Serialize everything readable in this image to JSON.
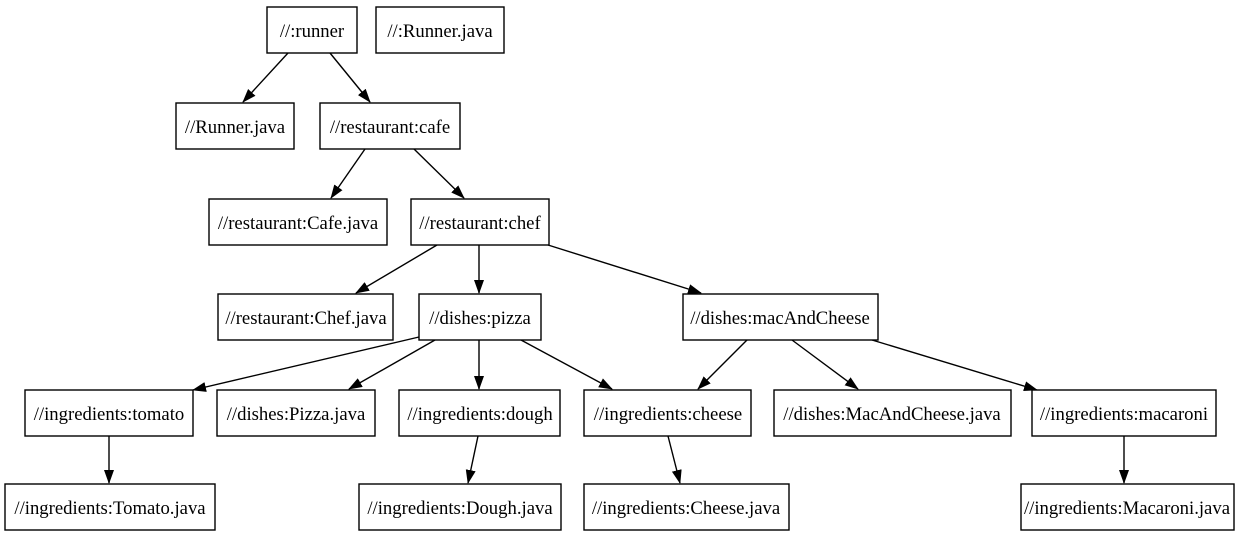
{
  "diagram": {
    "type": "dependency-graph",
    "style": "graphviz-digraph",
    "background_color": "#ffffff",
    "node_fill_color": "#ffffff",
    "node_border_color": "#000000",
    "edge_color": "#000000",
    "text_color": "#000000",
    "nodes": {
      "runner": {
        "label": "//:runner"
      },
      "runner_java_src": {
        "label": "//:Runner.java"
      },
      "runner_java": {
        "label": "//Runner.java"
      },
      "cafe": {
        "label": "//restaurant:cafe"
      },
      "cafe_java": {
        "label": "//restaurant:Cafe.java"
      },
      "chef": {
        "label": "//restaurant:chef"
      },
      "chef_java": {
        "label": "//restaurant:Chef.java"
      },
      "pizza": {
        "label": "//dishes:pizza"
      },
      "macAndCheese": {
        "label": "//dishes:macAndCheese"
      },
      "tomato": {
        "label": "//ingredients:tomato"
      },
      "pizza_java": {
        "label": "//dishes:Pizza.java"
      },
      "dough": {
        "label": "//ingredients:dough"
      },
      "cheese": {
        "label": "//ingredients:cheese"
      },
      "macAndCheese_java": {
        "label": "//dishes:MacAndCheese.java"
      },
      "macaroni": {
        "label": "//ingredients:macaroni"
      },
      "tomato_java": {
        "label": "//ingredients:Tomato.java"
      },
      "dough_java": {
        "label": "//ingredients:Dough.java"
      },
      "cheese_java": {
        "label": "//ingredients:Cheese.java"
      },
      "macaroni_java": {
        "label": "//ingredients:Macaroni.java"
      }
    },
    "edges": [
      {
        "from": "runner",
        "to": "runner_java"
      },
      {
        "from": "runner",
        "to": "cafe"
      },
      {
        "from": "cafe",
        "to": "cafe_java"
      },
      {
        "from": "cafe",
        "to": "chef"
      },
      {
        "from": "chef",
        "to": "chef_java"
      },
      {
        "from": "chef",
        "to": "pizza"
      },
      {
        "from": "chef",
        "to": "macAndCheese"
      },
      {
        "from": "pizza",
        "to": "tomato"
      },
      {
        "from": "pizza",
        "to": "pizza_java"
      },
      {
        "from": "pizza",
        "to": "dough"
      },
      {
        "from": "pizza",
        "to": "cheese"
      },
      {
        "from": "macAndCheese",
        "to": "cheese"
      },
      {
        "from": "macAndCheese",
        "to": "macAndCheese_java"
      },
      {
        "from": "macAndCheese",
        "to": "macaroni"
      },
      {
        "from": "tomato",
        "to": "tomato_java"
      },
      {
        "from": "dough",
        "to": "dough_java"
      },
      {
        "from": "cheese",
        "to": "cheese_java"
      },
      {
        "from": "macaroni",
        "to": "macaroni_java"
      }
    ]
  }
}
